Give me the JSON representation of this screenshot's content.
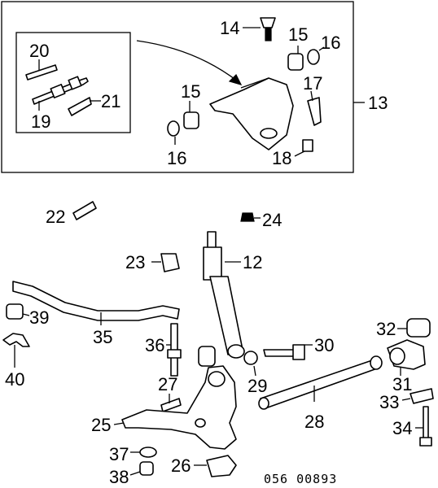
{
  "callouts": {
    "c14": "14",
    "c15a": "15",
    "c16a": "16",
    "c20": "20",
    "c19": "19",
    "c21": "21",
    "c15b": "15",
    "c17": "17",
    "c13": "13",
    "c16b": "16",
    "c18": "18",
    "c22": "22",
    "c24": "24",
    "c23": "23",
    "c12": "12",
    "c39": "39",
    "c35": "35",
    "c36": "36",
    "c30": "30",
    "c32": "32",
    "c40": "40",
    "c27": "27",
    "c29": "29",
    "c31": "31",
    "c33": "33",
    "c28": "28",
    "c25": "25",
    "c34": "34",
    "c37": "37",
    "c26": "26",
    "c38": "38"
  },
  "diagram_code": "056 00893"
}
